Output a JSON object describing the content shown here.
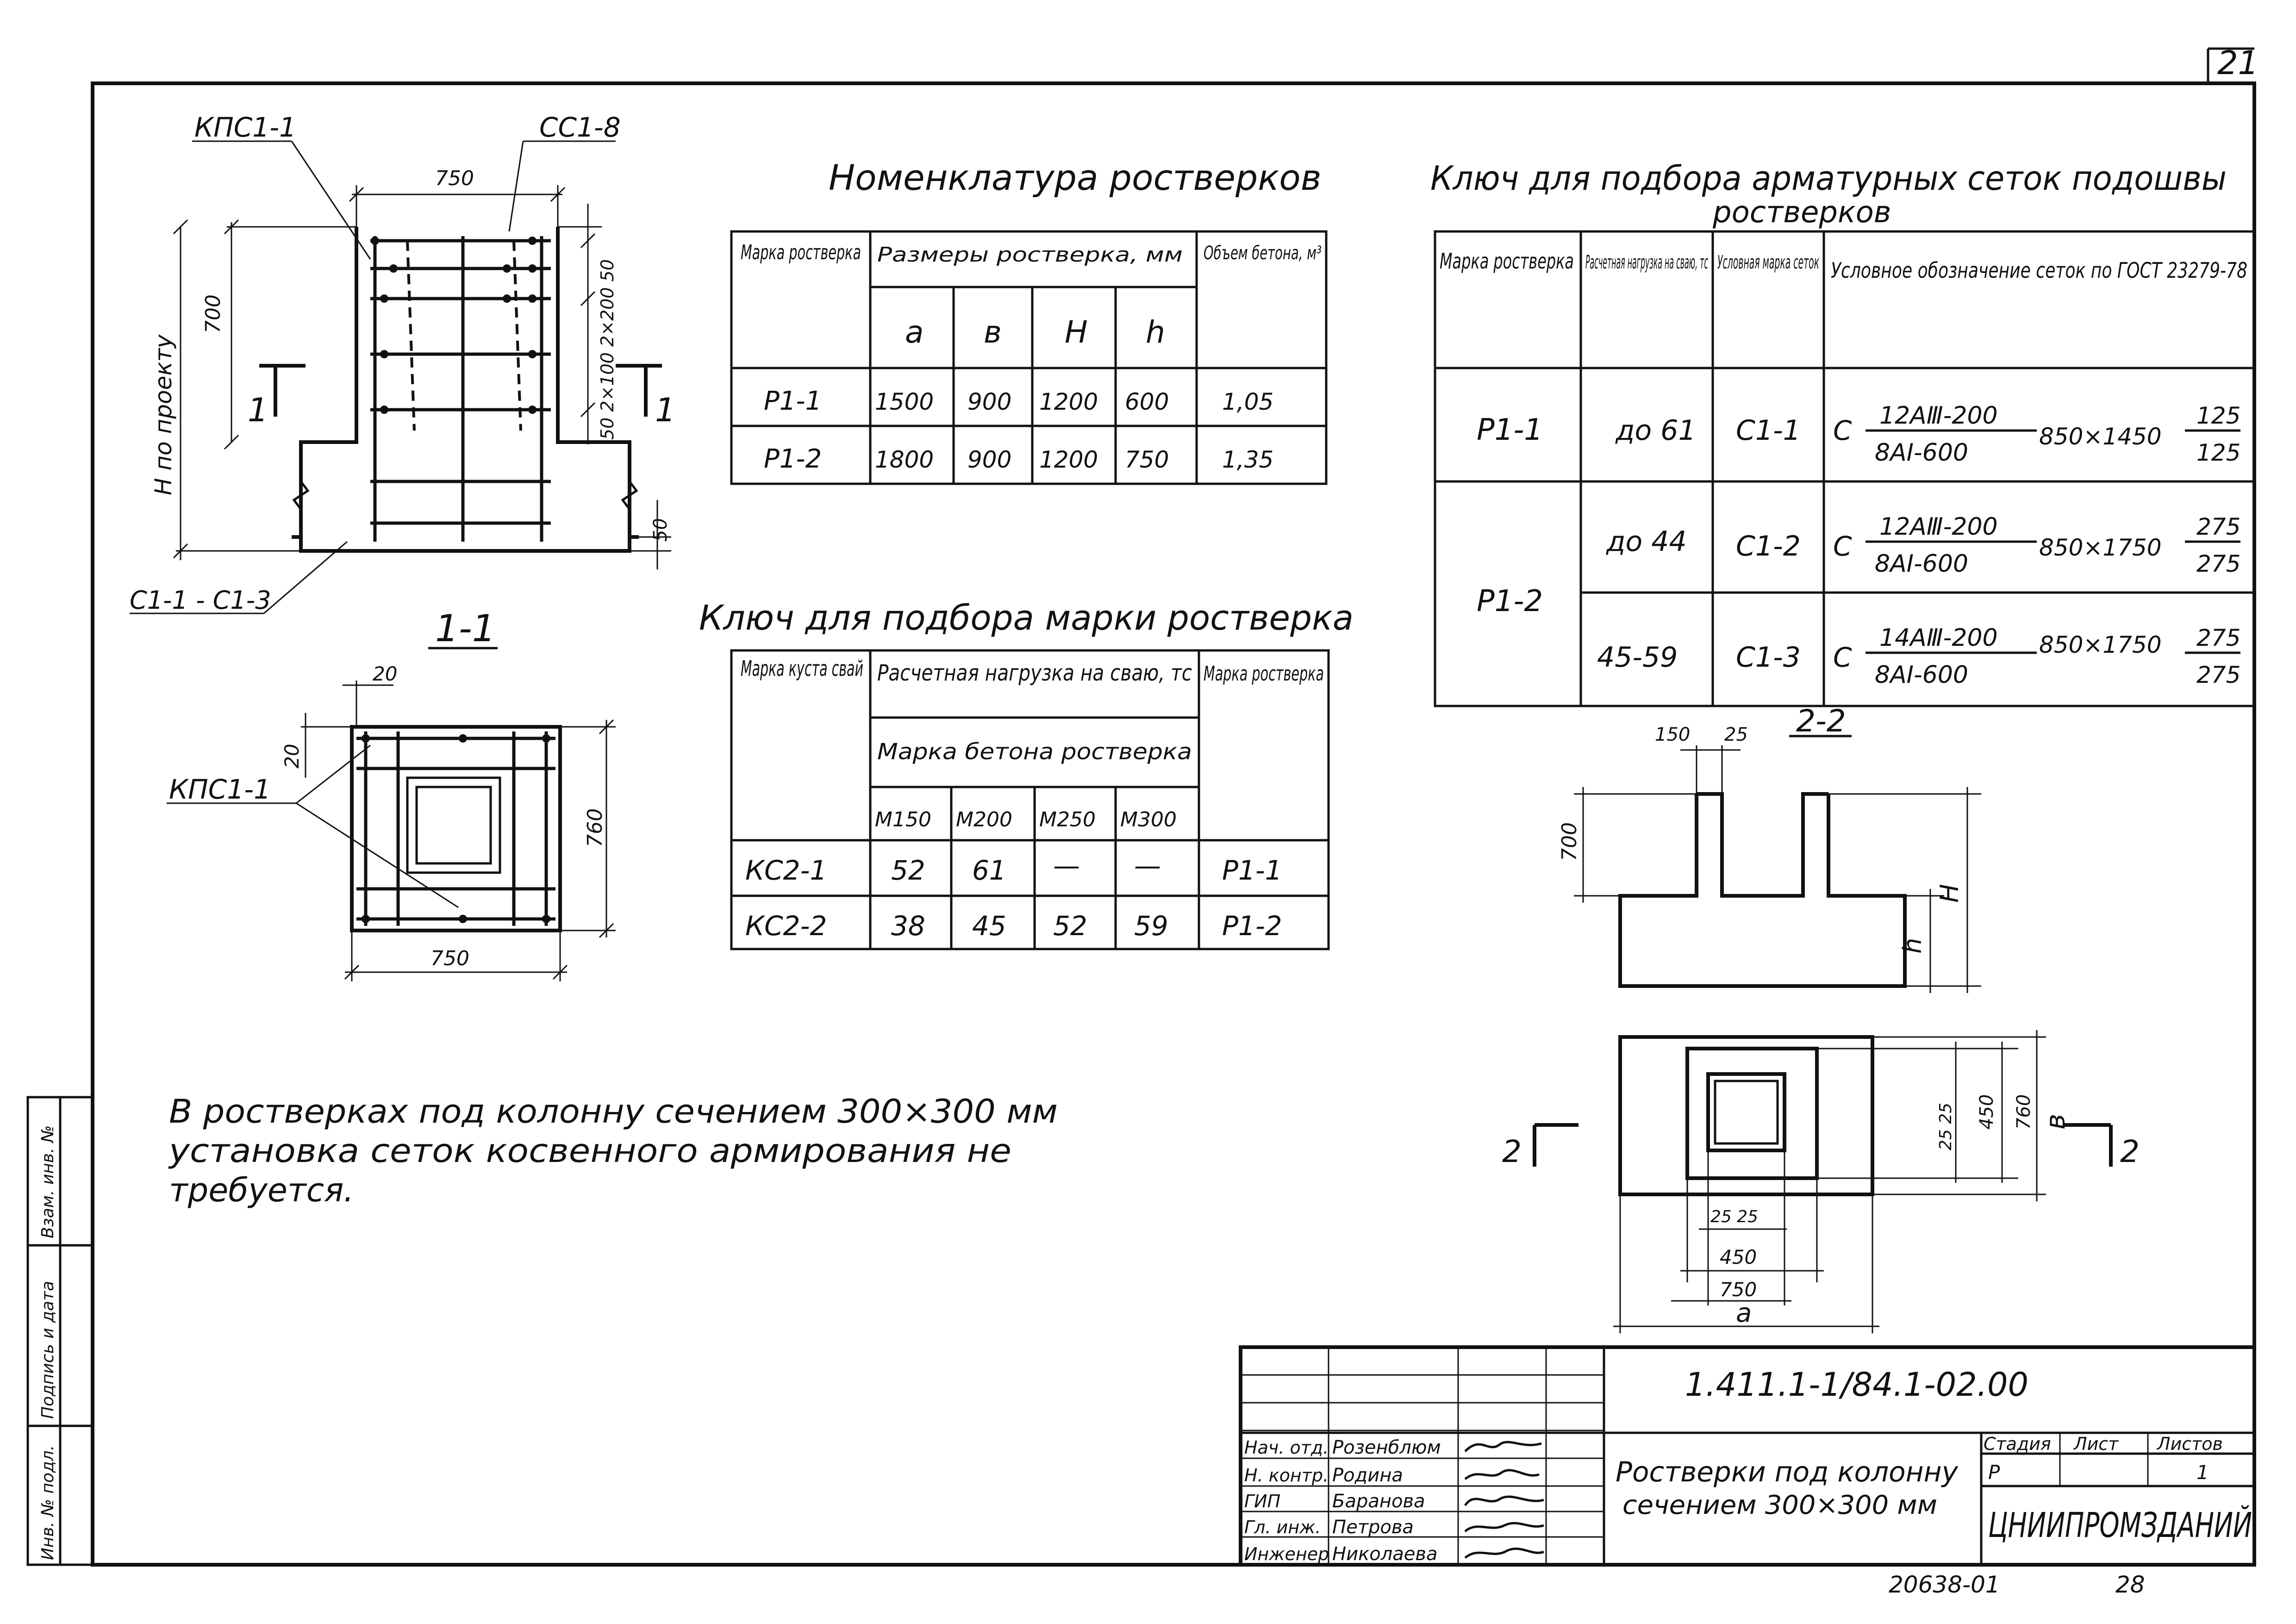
{
  "sheet_number": "21",
  "plan_labels": {
    "kps_top": "КПС1-1",
    "ss": "СС1-8",
    "dim_750_top": "750",
    "dim_700": "700",
    "h_by_project": "Н по проекту",
    "sec_left": "1",
    "sec_right": "1",
    "right_dims": "50 2×100 2×200 50",
    "dim_50": "50",
    "s_marks": "С1-1 - С1-3"
  },
  "section11": {
    "title": "1-1",
    "d20a": "20",
    "d20b": "20",
    "kps": "КПС1-1",
    "d760": "760",
    "d750": "750"
  },
  "nomenclature": {
    "title": "Номенклатура ростверков",
    "h_mark": "Марка ростверка",
    "h_sizes": "Размеры ростверка, мм",
    "h_volume": "Объем бетона, м³",
    "h_a": "а",
    "h_b": "в",
    "h_H": "Н",
    "h_h": "h",
    "rows": [
      [
        "Р1-1",
        "1500",
        "900",
        "1200",
        "600",
        "1,05"
      ],
      [
        "Р1-2",
        "1800",
        "900",
        "1200",
        "750",
        "1,35"
      ]
    ]
  },
  "key_mark": {
    "title": "Ключ для подбора марки ростверка",
    "h_bush": "Марка куста свай",
    "h_load": "Расчетная нагрузка на сваю, тс",
    "h_conc": "Марка бетона ростверка",
    "h_result": "Марка ростверка",
    "grades": [
      "М150",
      "М200",
      "М250",
      "М300"
    ],
    "rows": [
      [
        "КС2-1",
        "52",
        "61",
        "—",
        "—",
        "Р1-1"
      ],
      [
        "КС2-2",
        "38",
        "45",
        "52",
        "59",
        "Р1-2"
      ]
    ]
  },
  "key_mesh": {
    "title_line1": "Ключ для подбора арматурных сеток подошвы",
    "title_line2": "ростверков",
    "h_mark": "Марка ростверка",
    "h_load": "Расчетная нагрузка на сваю, тс",
    "h_cond": "Условная марка сеток",
    "h_desig": "Условное обозначение сеток по ГОСТ 23279-78",
    "r1_mark": "Р1-1",
    "r2_mark": "Р1-2",
    "rows": [
      {
        "load": "до 61",
        "mesh": "С1-1",
        "c": "С",
        "num": "12АⅢ-200",
        "den": "8АⅠ-600",
        "size": "850×1450",
        "f_num": "125",
        "f_den": "125"
      },
      {
        "load": "до 44",
        "mesh": "С1-2",
        "c": "С",
        "num": "12АⅢ-200",
        "den": "8АⅠ-600",
        "size": "850×1750",
        "f_num": "275",
        "f_den": "275"
      },
      {
        "load": "45-59",
        "mesh": "С1-3",
        "c": "С",
        "num": "14АⅢ-200",
        "den": "8АⅠ-600",
        "size": "850×1750",
        "f_num": "275",
        "f_den": "275"
      }
    ]
  },
  "section22": {
    "title": "2-2",
    "d150": "150",
    "d25": "25",
    "d700": "700",
    "dH": "Н",
    "dh": "h"
  },
  "plan2": {
    "sec": "2",
    "sec_r": "2",
    "d25_25_v": "25 25",
    "d450_v": "450",
    "d760_v": "760",
    "db_v": "в",
    "d25_25_h": "25 25",
    "d450_h": "450",
    "d750_h": "750",
    "da_h": "а"
  },
  "note": [
    "В ростверках под колонну сечением 300×300 мм",
    "установка сеток косвенного армирования не",
    "требуется."
  ],
  "side_stamp": [
    "Инв. № подл.",
    "Подпись и дата",
    "Взам. инв. №"
  ],
  "title_block": {
    "code": "1.411.1-1/84.1-02.00",
    "title_line1": "Ростверки под колонну",
    "title_line2": "сечением 300×300 мм",
    "stage_h": "Стадия",
    "sheet_h": "Лист",
    "sheets_h": "Листов",
    "stage": "Р",
    "sheets": "1",
    "org": "ЦНИИПРОМЗДАНИЙ",
    "roles": [
      "Нач. отд.",
      "Н. контр.",
      "ГИП",
      "Гл. инж.",
      "Инженер"
    ],
    "names": [
      "Розенблюм",
      "Родина",
      "Баранова",
      "Петрова",
      "Николаева"
    ]
  },
  "footer": {
    "inv": "20638-01",
    "page": "28"
  }
}
